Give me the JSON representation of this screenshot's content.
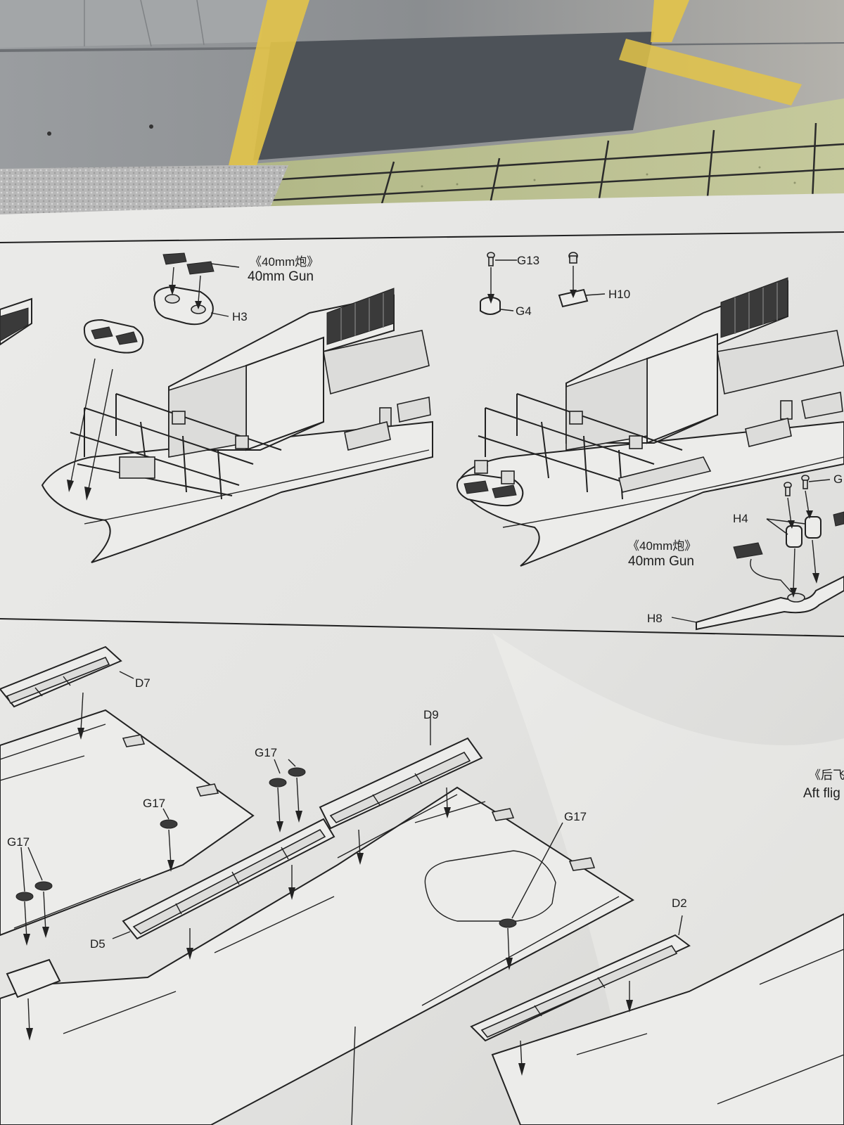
{
  "colors": {
    "paper": "#e6e6e4",
    "ink": "#1e1e1e",
    "cutting_mat": "#b9c08c",
    "masking_tape": "#e6c64a",
    "hull_gray": "#8f9295",
    "hull_dark": "#4d5258"
  },
  "step_top": {
    "left": {
      "gun_label_cn": "《40mm炮》",
      "gun_label_en": "40mm Gun",
      "part_h3": "H3"
    },
    "right": {
      "part_g13": "G13",
      "part_g4": "G4",
      "part_h10": "H10",
      "part_h4": "H4",
      "part_g_partial": "G",
      "gun_label_cn": "《40mm炮》",
      "gun_label_en": "40mm Gun",
      "part_h8": "H8"
    }
  },
  "step_bottom": {
    "part_d7": "D7",
    "part_d9": "D9",
    "part_g17_a": "G17",
    "part_g17_b": "G17",
    "part_g17_c": "G17",
    "part_g17_d": "G17",
    "part_d5": "D5",
    "part_d2": "D2",
    "aft_label_cn": "《后飞",
    "aft_label_en": "Aft flig"
  }
}
